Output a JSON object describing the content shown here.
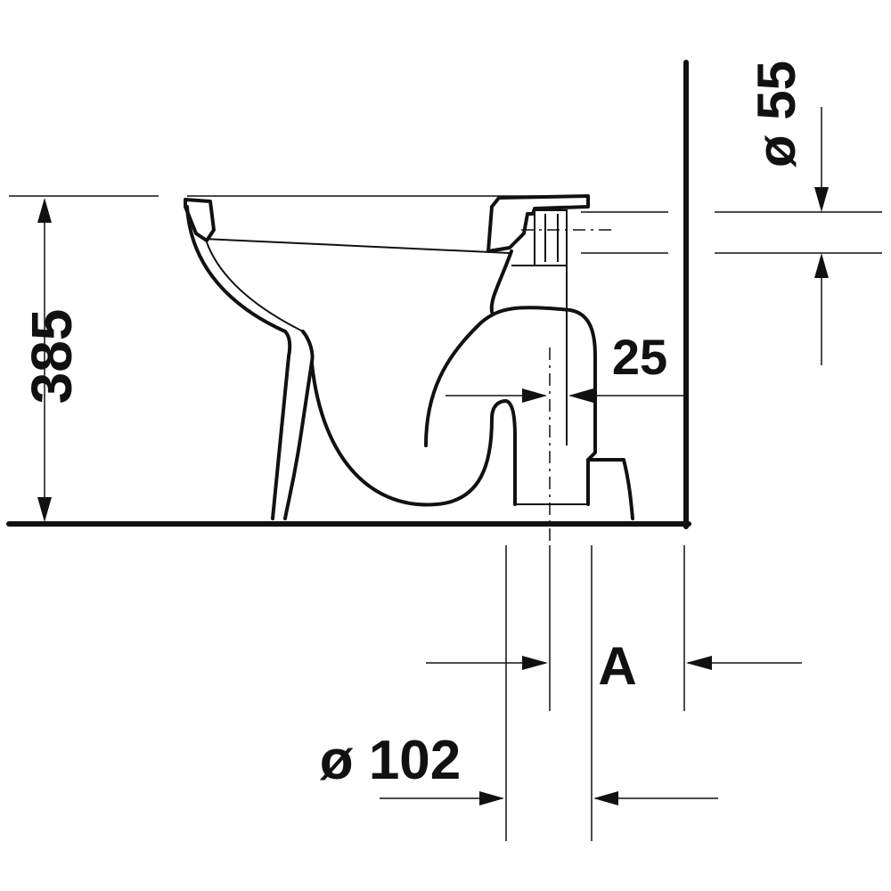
{
  "dimensions": {
    "height": "385",
    "outlet_offset": "25",
    "inlet_diameter": "ø 55",
    "outlet_diameter": "ø 102",
    "wall_distance": "A"
  }
}
